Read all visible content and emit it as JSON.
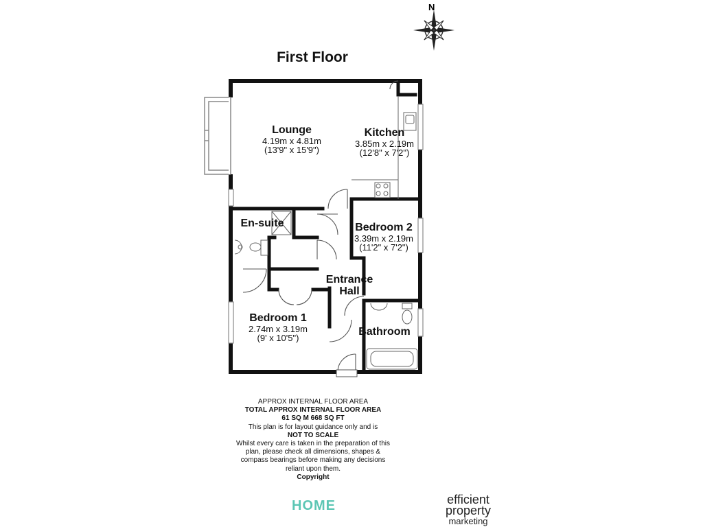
{
  "floor_title": "First Floor",
  "compass": {
    "north_label": "N"
  },
  "rooms": {
    "lounge": {
      "name": "Lounge",
      "metric": "4.19m x 4.81m",
      "imperial": "(13'9\" x 15'9\")"
    },
    "kitchen": {
      "name": "Kitchen",
      "metric": "3.85m x 2.19m",
      "imperial": "(12'8\" x 7'2\")"
    },
    "ensuite": {
      "name": "En-suite"
    },
    "bedroom2": {
      "name": "Bedroom 2",
      "metric": "3.39m x 2.19m",
      "imperial": "(11'2\" x 7'2\")"
    },
    "hall": {
      "name_line1": "Entrance",
      "name_line2": "Hall"
    },
    "bedroom1": {
      "name": "Bedroom 1",
      "metric": "2.74m x 3.19m",
      "imperial": "(9' x 10'5\")"
    },
    "bathroom": {
      "name": "Bathroom"
    }
  },
  "notes": {
    "line1": "APPROX INTERNAL FLOOR AREA",
    "line2": "TOTAL APPROX INTERNAL FLOOR AREA",
    "line3": "61 SQ M 668 SQ FT",
    "line4": "This plan is for layout guidance only and is",
    "line5": "NOT TO SCALE",
    "line6": "Whilst every care is taken in the preparation of this",
    "line7": "plan, please check all dimensions, shapes &",
    "line8": "compass bearings before making any decisions",
    "line9": "reliant upon them.",
    "line10": "Copyright"
  },
  "logos": {
    "home": "HOME",
    "epm_line1": "efficient",
    "epm_line2": "property",
    "epm_line3": "marketing"
  },
  "colors": {
    "wall": "#111111",
    "home_logo": "#5cc6b4"
  }
}
